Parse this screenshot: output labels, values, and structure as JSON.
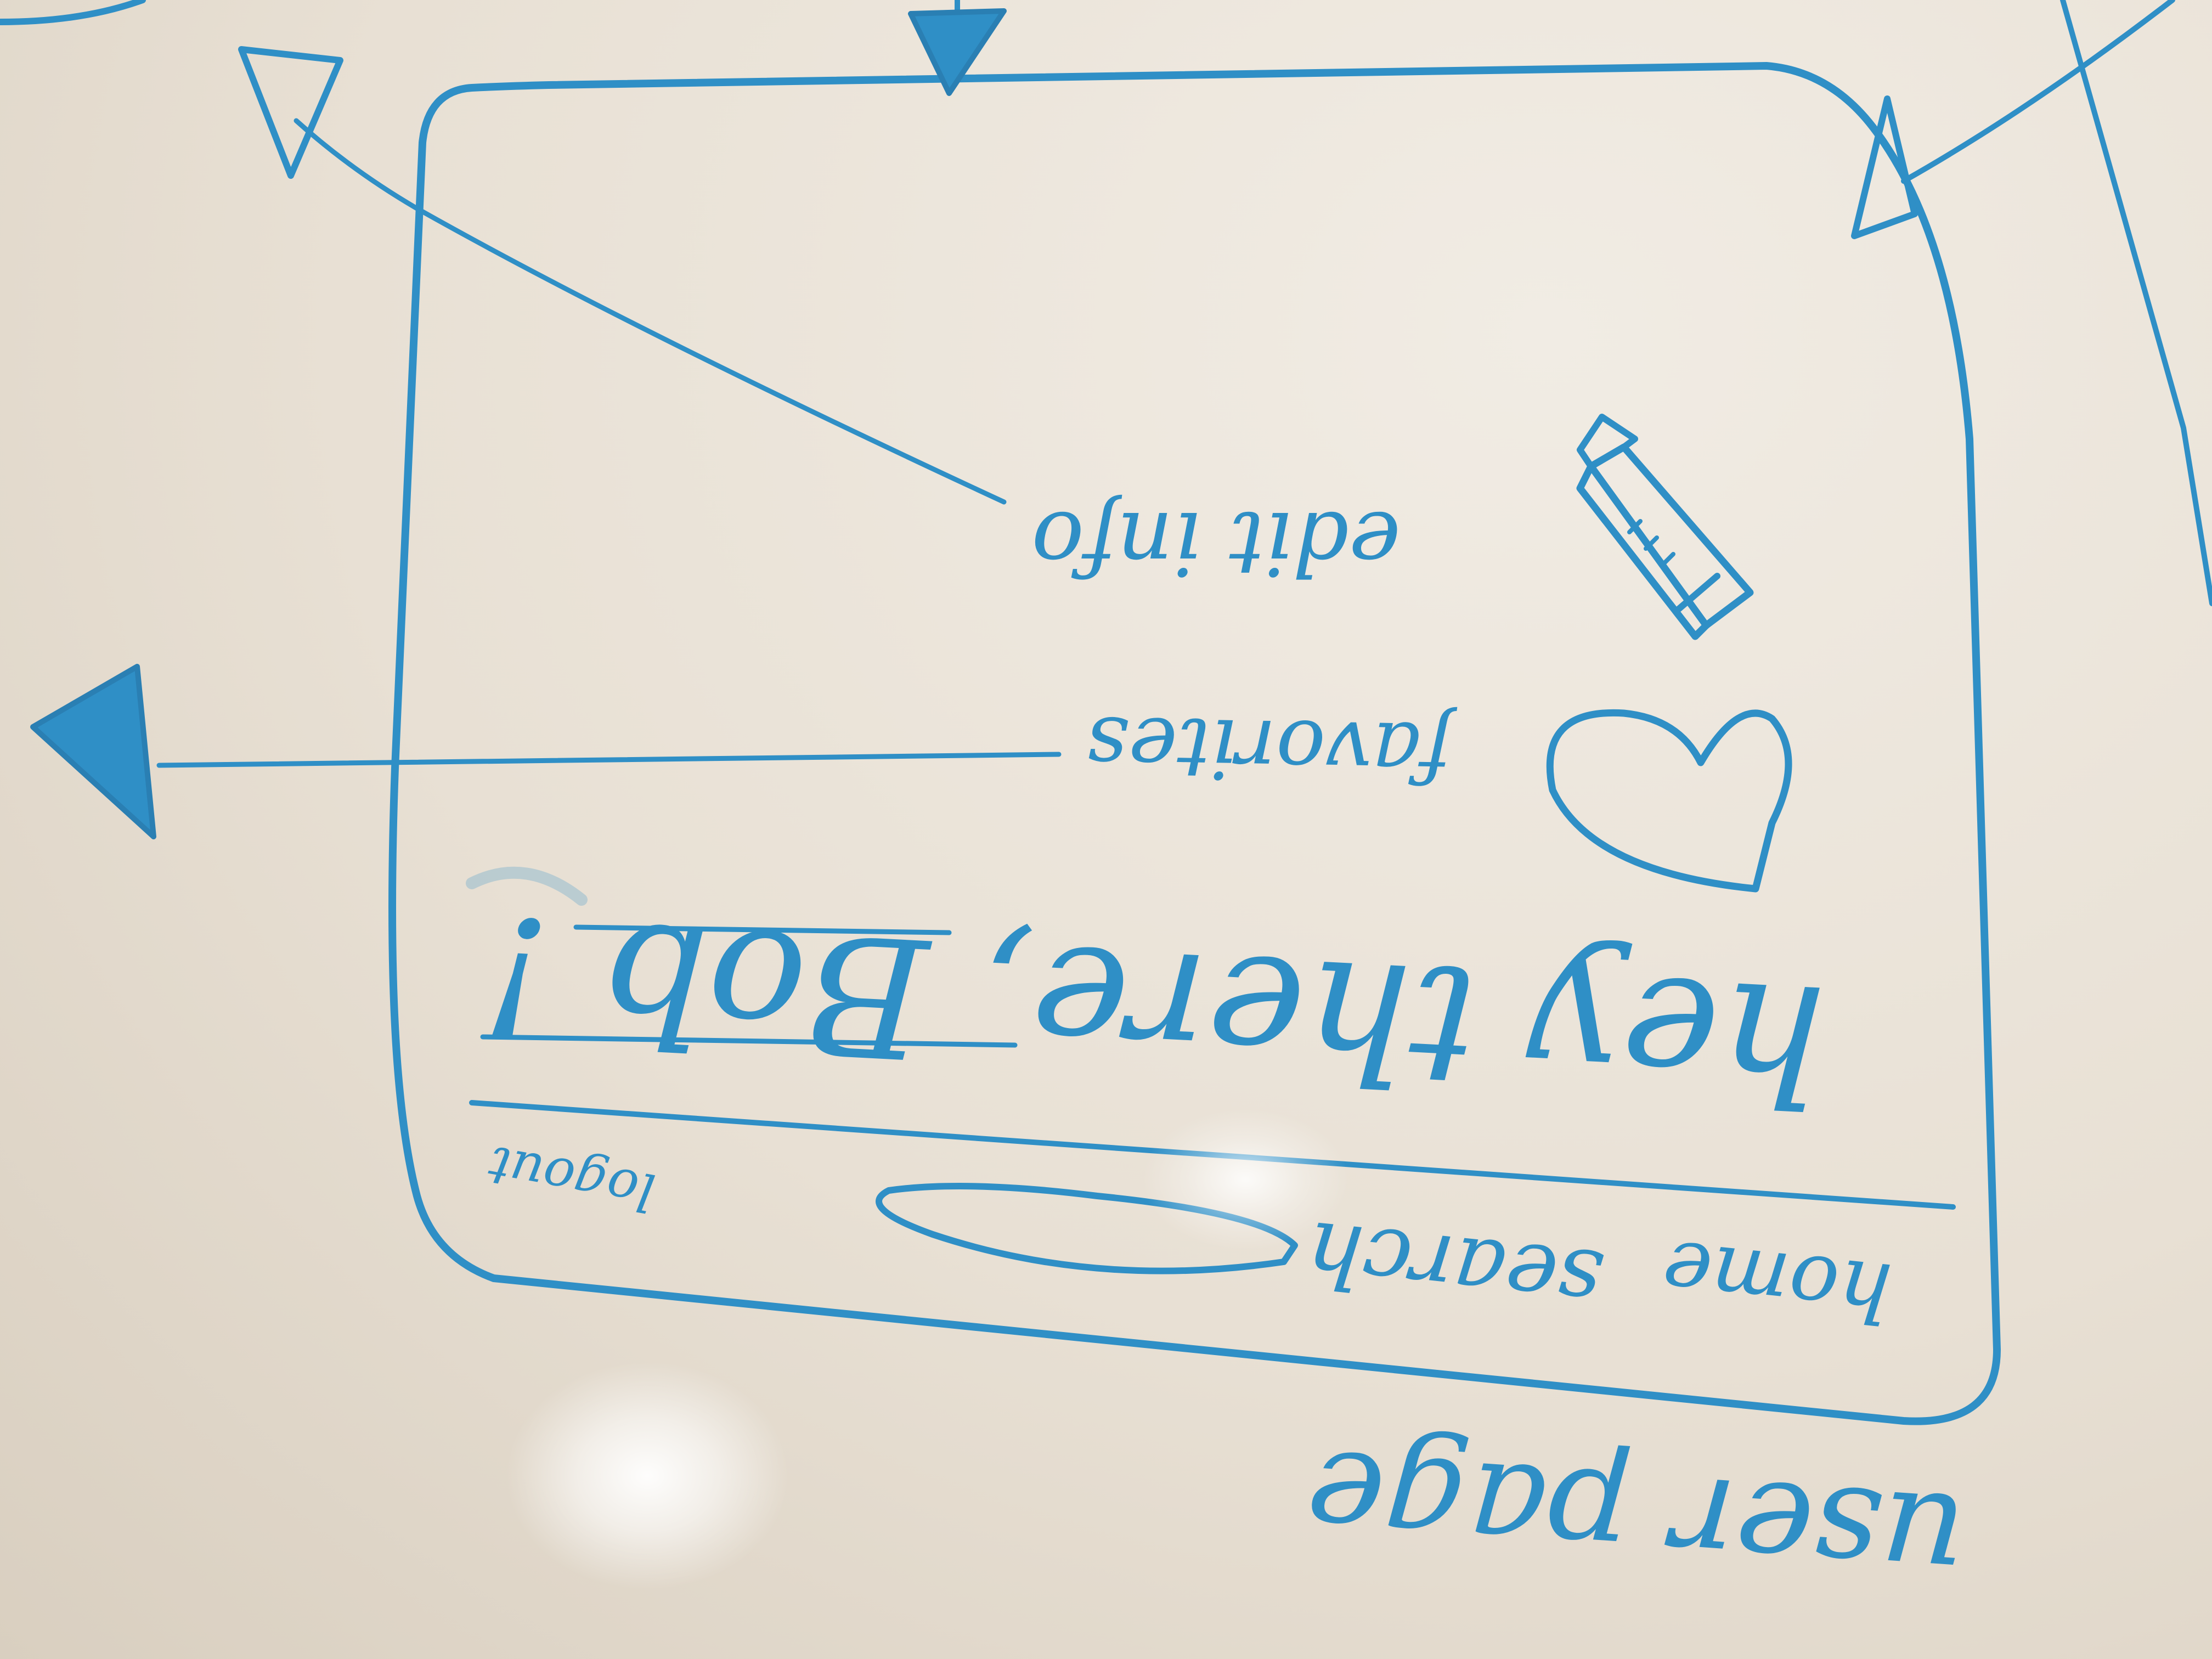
{
  "sketch": {
    "page_label": "user page",
    "nav": {
      "home": "home",
      "search": "search",
      "logout": "logout"
    },
    "greeting": "hey there, Bob !",
    "favorites_label": "favorites",
    "edit_label": "edit info",
    "icons": {
      "favorites": "heart-icon",
      "edit": "pencil-icon"
    },
    "ink_color": "#2f8fc6"
  }
}
